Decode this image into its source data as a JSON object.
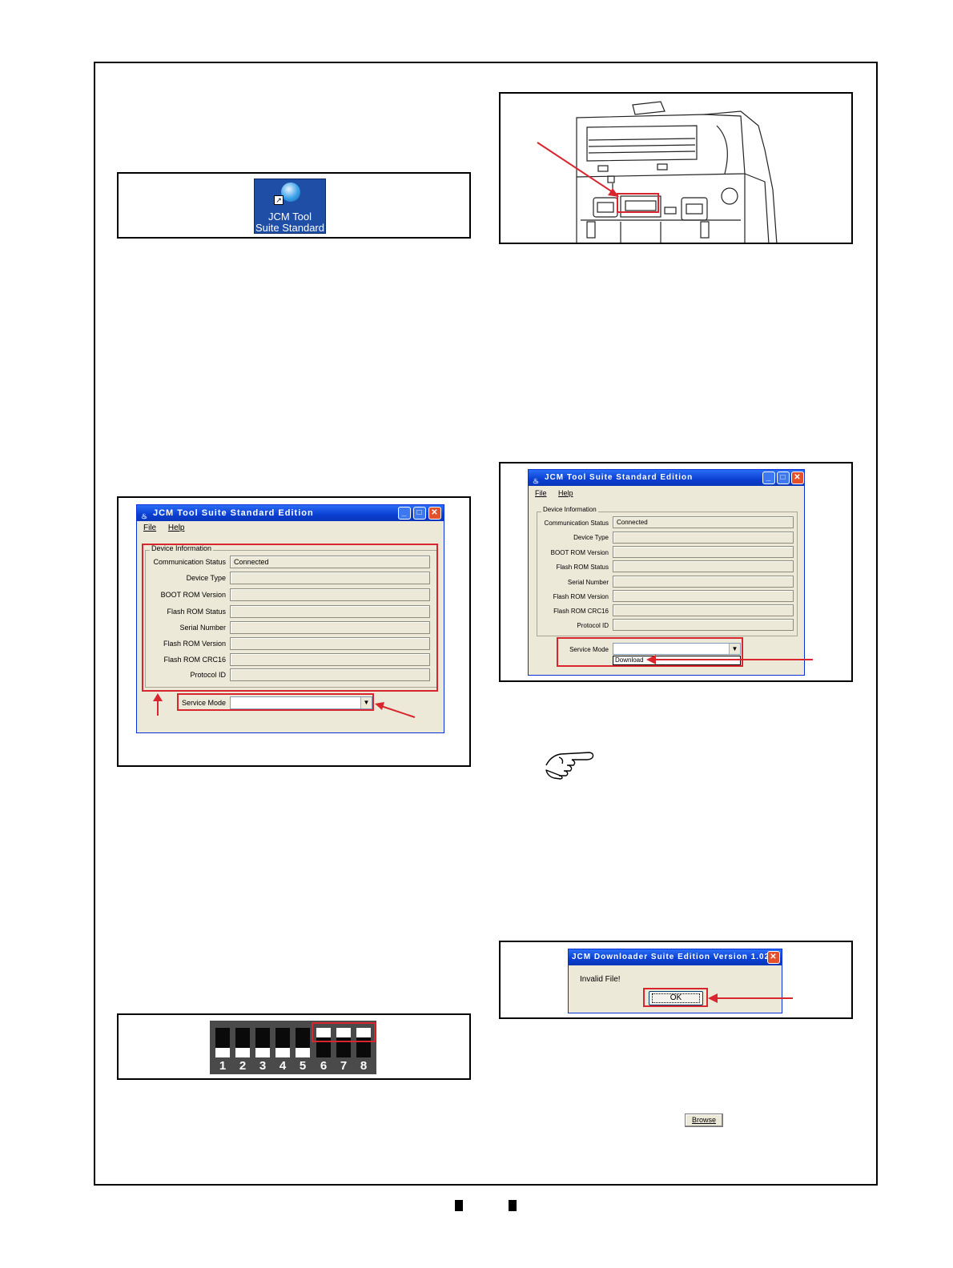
{
  "shortcut": {
    "line1": "JCM Tool",
    "line2": "Suite Standard"
  },
  "tool_window": {
    "title": "JCM Tool Suite Standard Edition",
    "menu": [
      "File",
      "Help"
    ],
    "group_label": "Device Information",
    "fields": [
      {
        "label": "Communication Status",
        "value": "Connected"
      },
      {
        "label": "Device Type",
        "value": ""
      },
      {
        "label": "BOOT ROM Version",
        "value": ""
      },
      {
        "label": "Flash ROM Status",
        "value": ""
      },
      {
        "label": "Serial Number",
        "value": ""
      },
      {
        "label": "Flash ROM Version",
        "value": ""
      },
      {
        "label": "Flash ROM CRC16",
        "value": ""
      },
      {
        "label": "Protocol ID",
        "value": ""
      }
    ],
    "service_mode_label": "Service Mode",
    "dropdown_option": "Download"
  },
  "dip_switch": {
    "numbers": [
      "1",
      "2",
      "3",
      "4",
      "5",
      "6",
      "7",
      "8"
    ]
  },
  "downloader_dialog": {
    "title": "JCM Downloader Suite Edition Version 1.02",
    "message": "Invalid File!",
    "ok_label": "OK"
  },
  "browse_label": "Browse",
  "colors": {
    "highlight": "#d9252e",
    "xp_title": "#0a3fd1",
    "window_bg": "#ece9d8"
  }
}
